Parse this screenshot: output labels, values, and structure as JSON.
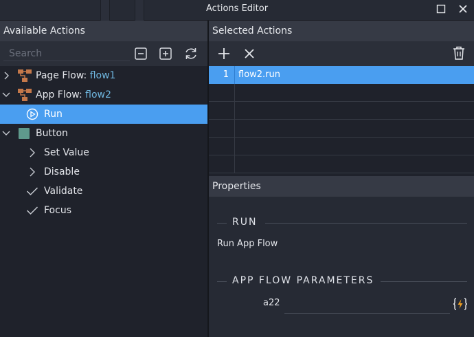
{
  "window": {
    "title": "Actions Editor"
  },
  "left_panel": {
    "title": "Available Actions",
    "search_placeholder": "Search",
    "tree": [
      {
        "label": "Page Flow: ",
        "accent": "flow1",
        "icon": "flow-icon",
        "expander": "collapsed"
      },
      {
        "label": "App Flow: ",
        "accent": "flow2",
        "icon": "flow-icon",
        "expander": "expanded"
      },
      {
        "label": "Run",
        "icon": "play-circle-icon",
        "selected": true
      },
      {
        "label": "Button",
        "icon": "button-swatch-icon",
        "expander": "expanded"
      },
      {
        "label": "Set Value",
        "icon": "chevron-right-icon"
      },
      {
        "label": "Disable",
        "icon": "chevron-right-icon"
      },
      {
        "label": "Validate",
        "icon": "check-icon"
      },
      {
        "label": "Focus",
        "icon": "check-icon"
      }
    ]
  },
  "right_panel": {
    "title": "Selected Actions",
    "rows": [
      {
        "num": "1",
        "text": "flow2.run",
        "selected": true
      },
      {
        "num": "",
        "text": ""
      },
      {
        "num": "",
        "text": ""
      },
      {
        "num": "",
        "text": ""
      },
      {
        "num": "",
        "text": ""
      },
      {
        "num": "",
        "text": ""
      }
    ]
  },
  "properties": {
    "title": "Properties",
    "section1_title": "RUN",
    "description": "Run App Flow",
    "section2_title": "APP FLOW PARAMETERS",
    "param_label": "a22",
    "param_value": ""
  },
  "colors": {
    "selection": "#4a9ef0",
    "accent_text": "#6fb7e0",
    "flow_icon": "#c4784a",
    "button_swatch": "#5f9a8c",
    "bind_icon": "#f0a020"
  }
}
